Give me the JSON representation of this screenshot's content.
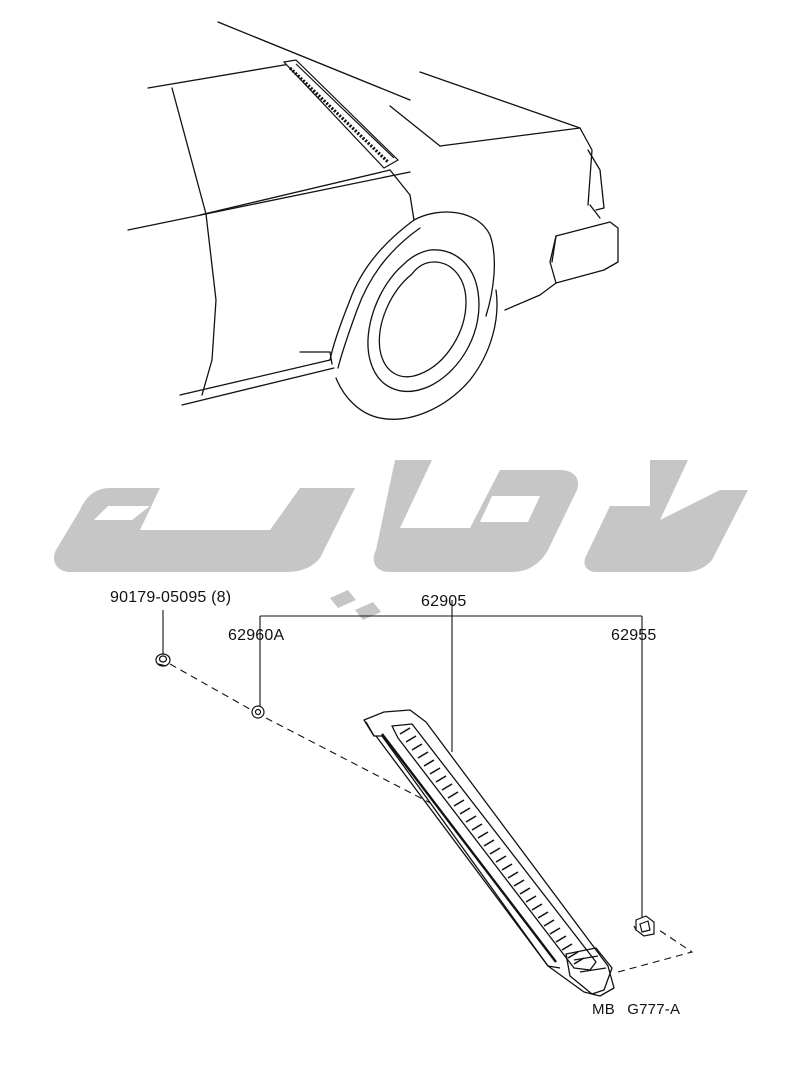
{
  "labels": {
    "bolt": "90179-05095 (8)",
    "assembly": "62905",
    "plug": "62960A",
    "clip": "62955",
    "ref_code": "MB G777-A"
  },
  "watermark": {
    "color": "#c6c6c6",
    "type": "logo"
  },
  "colors": {
    "line": "#111111",
    "background": "#ffffff"
  }
}
